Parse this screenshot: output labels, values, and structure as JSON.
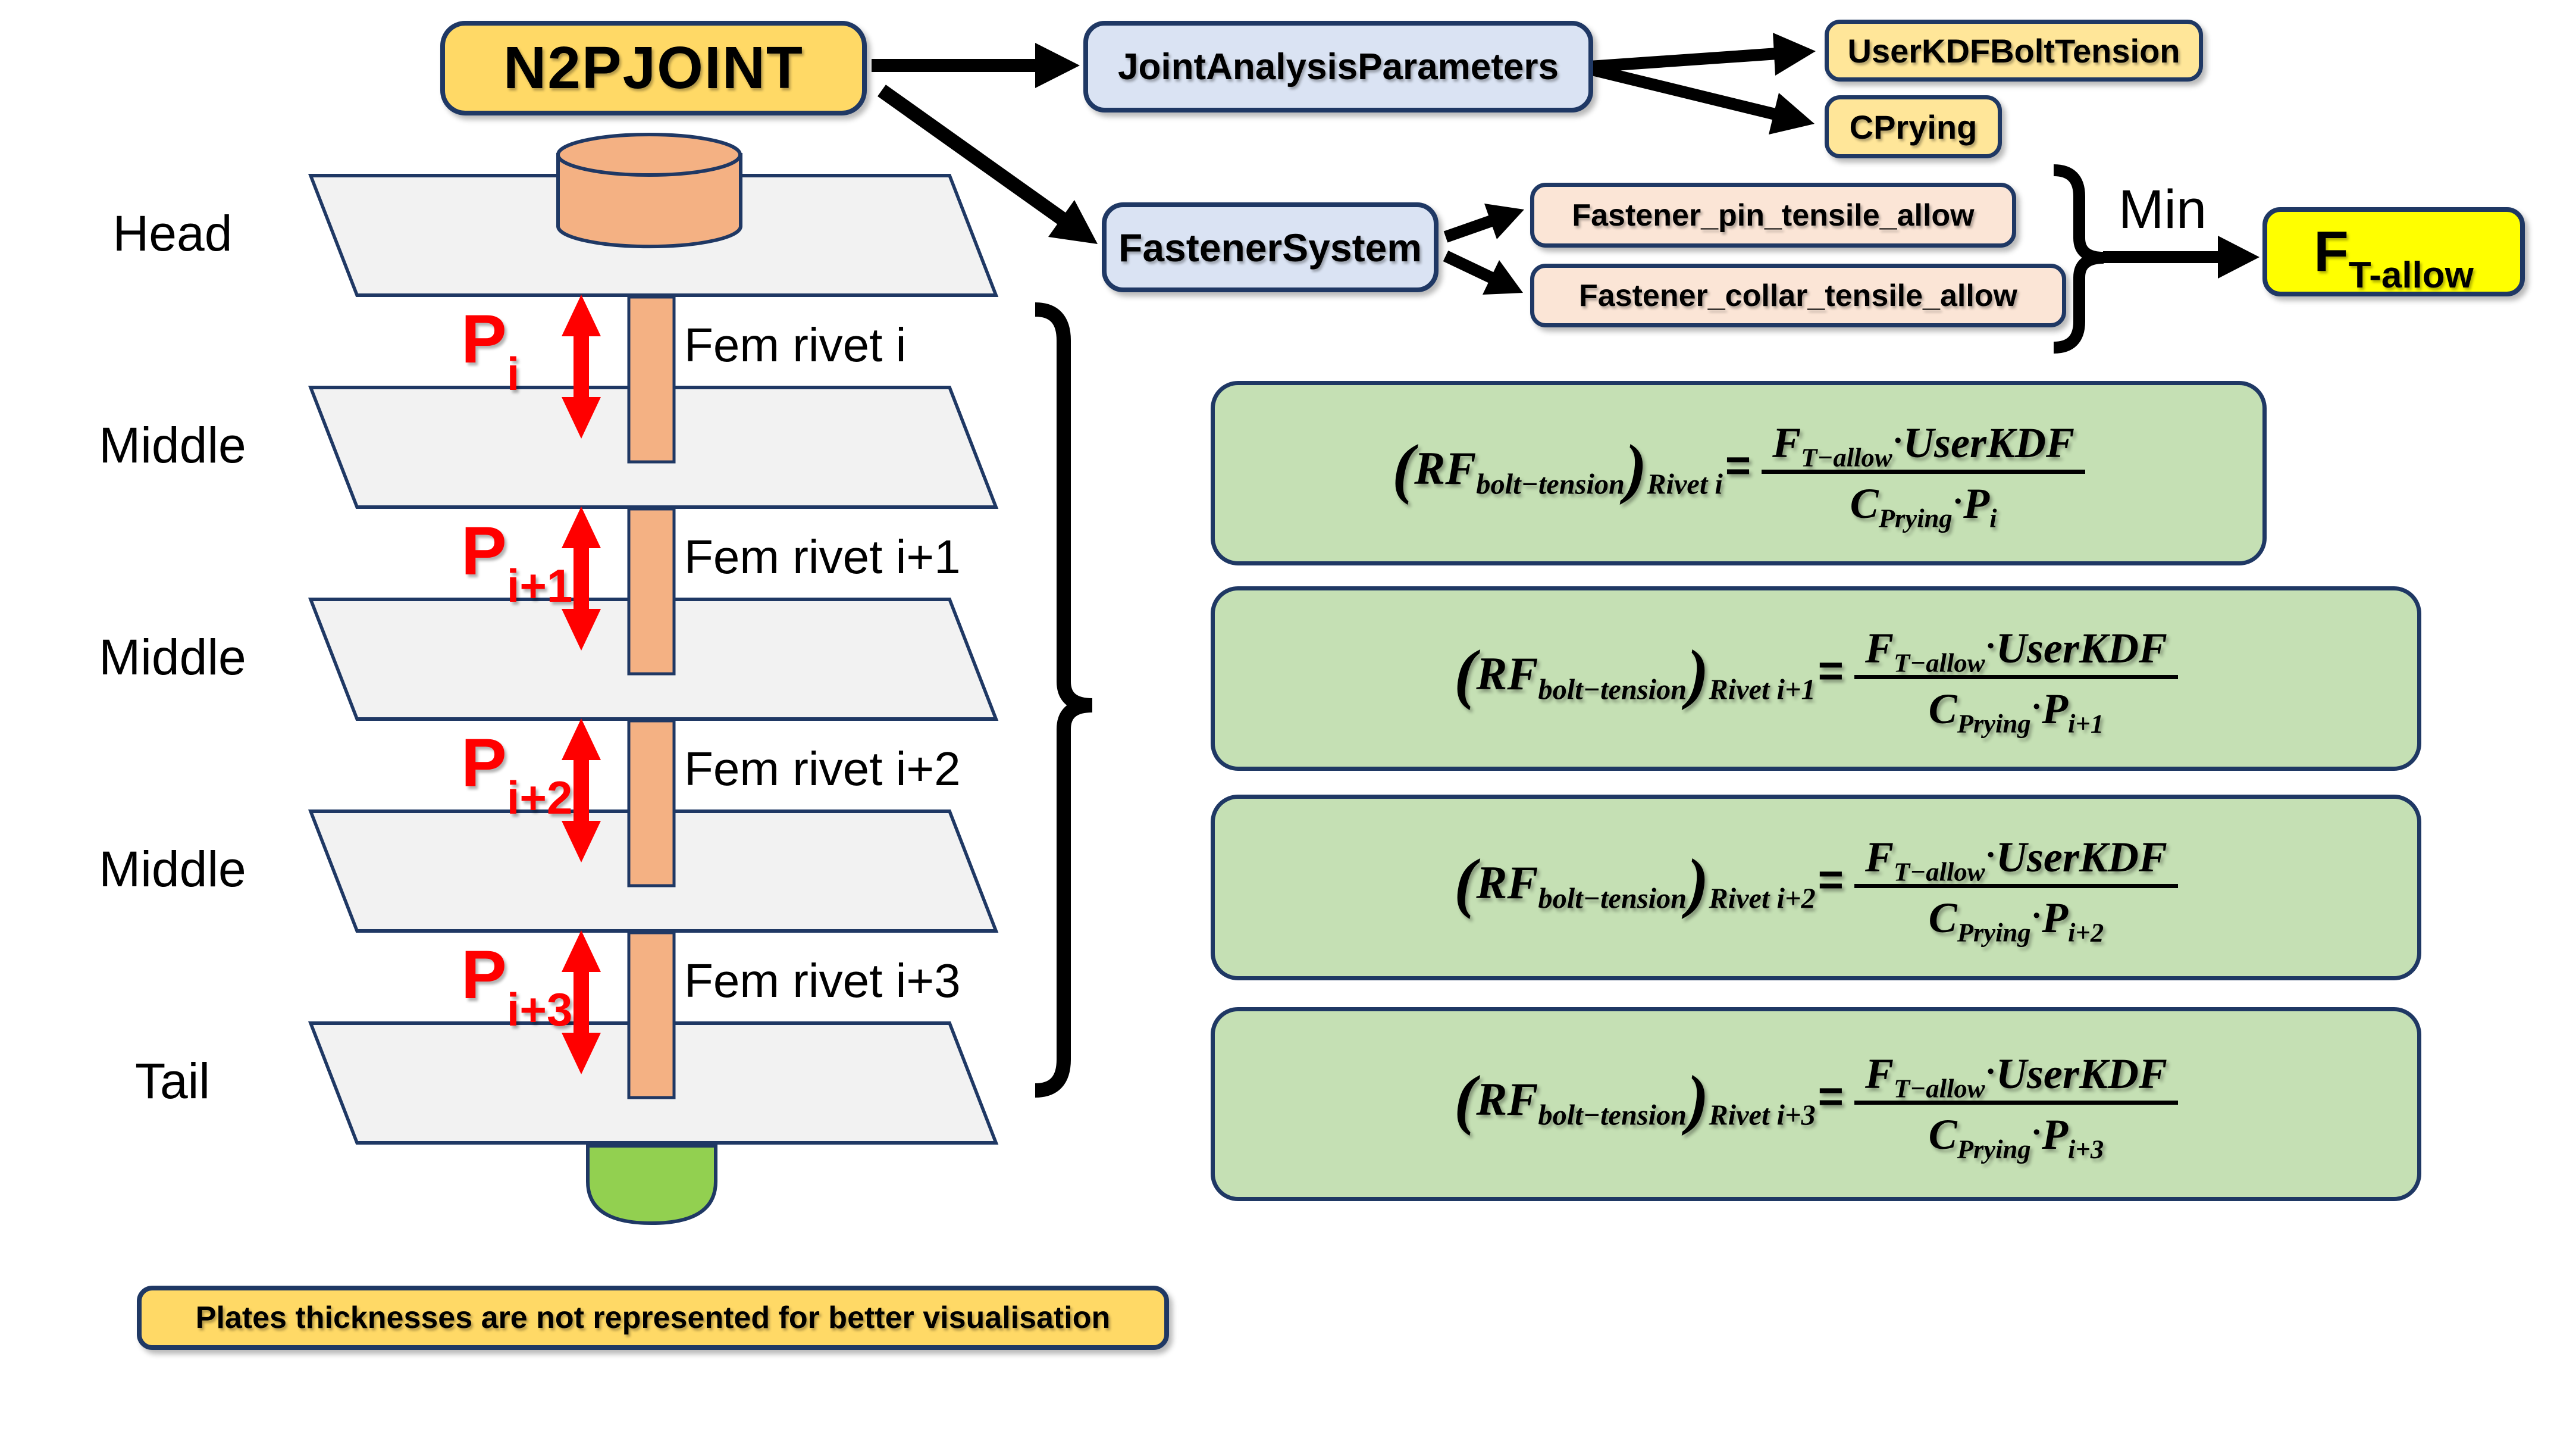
{
  "header": {
    "root_label": "N2PJOINT",
    "joint_params_label": "JointAnalysisParameters",
    "user_kdf_label": "UserKDFBoltTension",
    "cprying_label": "CPrying",
    "fastener_system_label": "FastenerSystem",
    "pin_allow_label": "Fastener_pin_tensile_allow",
    "collar_allow_label": "Fastener_collar_tensile_allow",
    "min_label": "Min",
    "ft_allow": {
      "base": "F",
      "sub": "T-allow"
    }
  },
  "stack": {
    "plates": [
      {
        "label": "Head"
      },
      {
        "label": "Middle"
      },
      {
        "label": "Middle"
      },
      {
        "label": "Middle"
      },
      {
        "label": "Tail"
      }
    ],
    "gaps": [
      {
        "p_base": "P",
        "p_sub": "i",
        "fem_label": "Fem rivet i"
      },
      {
        "p_base": "P",
        "p_sub": "i+1",
        "fem_label": "Fem rivet i+1"
      },
      {
        "p_base": "P",
        "p_sub": "i+2",
        "fem_label": "Fem rivet i+2"
      },
      {
        "p_base": "P",
        "p_sub": "i+3",
        "fem_label": "Fem rivet i+3"
      }
    ]
  },
  "formula_common": {
    "open": "(",
    "rf": "RF",
    "rf_sub": "bolt−tension",
    "close": ")",
    "equals": "=",
    "num_f": "F",
    "num_f_sub": "T−allow",
    "dot": "·",
    "num_kdf": "UserKDF",
    "den_c": "C",
    "den_c_sub": "Prying",
    "den_p": "P"
  },
  "formulas": [
    {
      "rivet_sub": "Rivet i",
      "p_sub": "i"
    },
    {
      "rivet_sub": "Rivet i+1",
      "p_sub": "i+1"
    },
    {
      "rivet_sub": "Rivet i+2",
      "p_sub": "i+2"
    },
    {
      "rivet_sub": "Rivet i+3",
      "p_sub": "i+3"
    }
  ],
  "note": "Plates thicknesses are not represented for better visualisation",
  "colors": {
    "gold": "#FFD966",
    "pale_yellow": "#FFE699",
    "light_blue": "#DAE3F3",
    "peach": "#FBE5D6",
    "bright_yellow": "#FFFF00",
    "formula_green": "#C5E0B4",
    "plate_gray": "#F2F2F2",
    "rivet_orange": "#F4B183",
    "tail_green": "#92D050",
    "border_navy": "#1F3864",
    "arrow_red": "#FF0000"
  }
}
